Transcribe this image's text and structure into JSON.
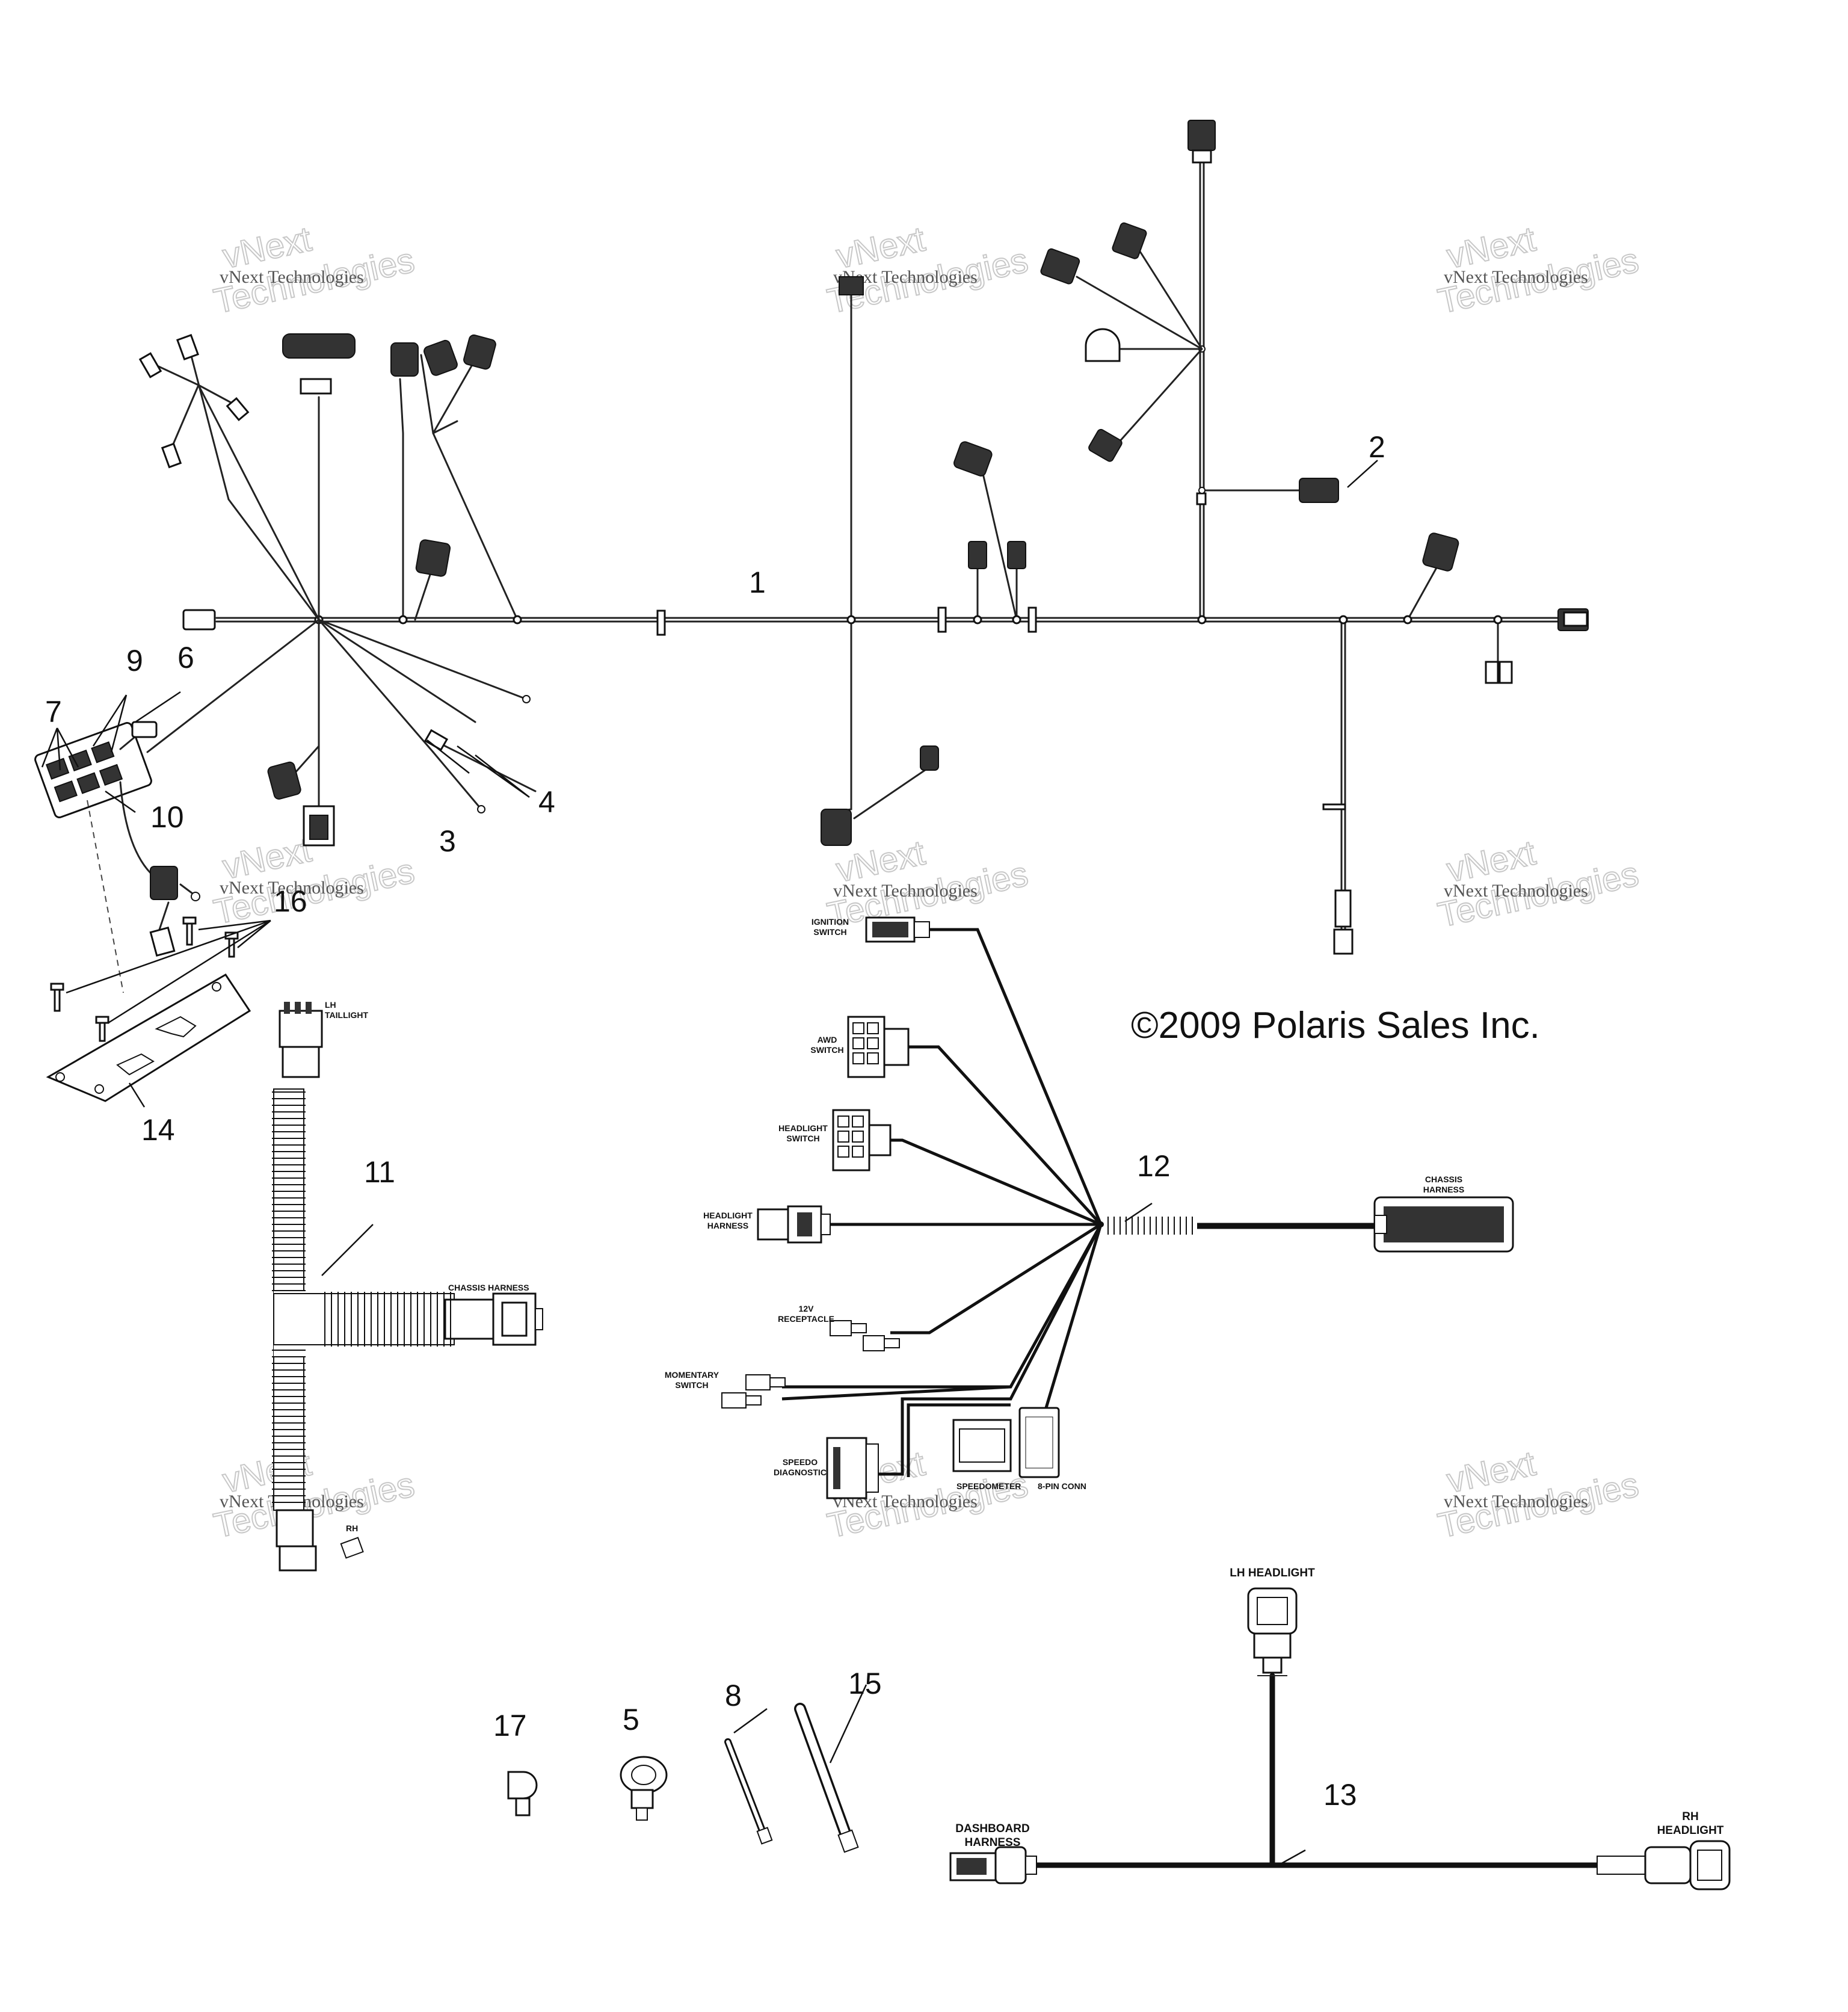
{
  "copyright": "©2009 Polaris Sales Inc.",
  "watermark": {
    "line1": "vNext Technologies",
    "line2": "vNext",
    "line3": "Technologies"
  },
  "callouts": [
    "1",
    "2",
    "3",
    "4",
    "5",
    "6",
    "7",
    "8",
    "9",
    "10",
    "11",
    "12",
    "13",
    "14",
    "15",
    "16",
    "17"
  ],
  "connector_labels": {
    "lh_taillight": [
      "LH",
      "TAILLIGHT"
    ],
    "chassis_harness_11": "CHASSIS HARNESS",
    "rh_11": "RH",
    "ignition": [
      "IGNITION",
      "SWITCH"
    ],
    "awd": [
      "AWD",
      "SWITCH"
    ],
    "headlight_switch": [
      "HEADLIGHT",
      "SWITCH"
    ],
    "headlight_harness": [
      "HEADLIGHT",
      "HARNESS"
    ],
    "receptacle": [
      "12V",
      "RECEPTACLE"
    ],
    "momentary": [
      "MOMENTARY",
      "SWITCH"
    ],
    "speedo_diag": [
      "SPEEDO",
      "DIAGNOSTIC"
    ],
    "speedometer": "SPEEDOMETER",
    "speedo_sub": "8-PIN CONN",
    "chassis_harness_12": [
      "CHASSIS",
      "HARNESS"
    ],
    "lh_headlight": "LH HEADLIGHT",
    "rh_headlight": [
      "RH",
      "HEADLIGHT"
    ],
    "dashboard_harness": [
      "DASHBOARD",
      "HARNESS"
    ]
  }
}
